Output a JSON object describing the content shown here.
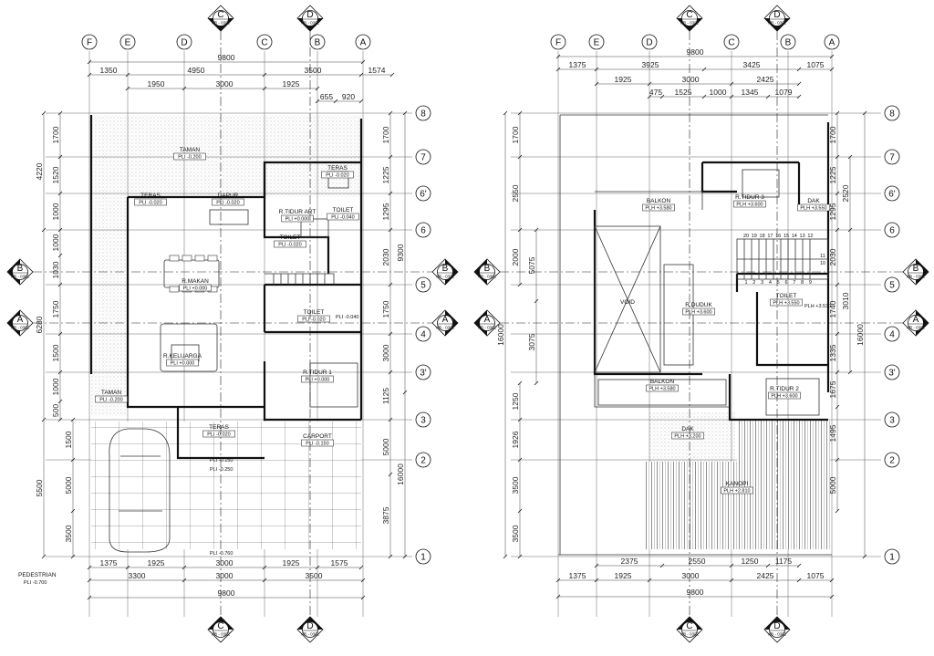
{
  "ground": {
    "grid_cols": [
      "F",
      "E",
      "D",
      "C",
      "B",
      "A"
    ],
    "grid_rows": [
      "8",
      "7",
      "6'",
      "6",
      "5",
      "4",
      "3'",
      "3",
      "2",
      "1"
    ],
    "dims_top_total": "9800",
    "dims_top_1": [
      "1350",
      "4950",
      "3500",
      "1574"
    ],
    "dims_top_2": [
      "1950",
      "3000",
      "1925"
    ],
    "dims_top_3": [
      "655",
      "920"
    ],
    "dims_bottom_1": [
      "1375",
      "1925",
      "3000",
      "1925",
      "1575"
    ],
    "dims_bottom_2": [
      "3300",
      "3000",
      "3500"
    ],
    "dims_bottom_total": "9800",
    "dims_left_outer": [
      "4220",
      "6280",
      "5500"
    ],
    "dims_left_inner": [
      "1700",
      "1520",
      "1000",
      "1000",
      "1030",
      "1750",
      "1500",
      "1000",
      "500",
      "1500",
      "5000",
      "3500"
    ],
    "dims_right_inner": [
      "1700",
      "1225",
      "1295",
      "2030",
      "1750",
      "3000",
      "1125",
      "5000",
      "3875"
    ],
    "dims_right_outer": [
      "9300",
      "16000"
    ],
    "rooms": [
      {
        "name": "TAMAN",
        "level": "PLI -0.200"
      },
      {
        "name": "TERAS",
        "level": "PLI -0.020"
      },
      {
        "name": "DAPUR",
        "level": "PLI -0.020"
      },
      {
        "name": "TERAS",
        "level": "PLI -0.020"
      },
      {
        "name": "R.TIDUR ART",
        "level": "PLI +0.000"
      },
      {
        "name": "TOILET",
        "level": "PLI -0.040"
      },
      {
        "name": "TOILET",
        "level": "PLI -0.020"
      },
      {
        "name": "R.MAKAN",
        "level": "PLI +0.000"
      },
      {
        "name": "TOILET",
        "level": "PLI -0.020"
      },
      {
        "name": "R.KELUARGA",
        "level": "PLI +0.000"
      },
      {
        "name": "R.TIDUR 1",
        "level": "PLI +0.000"
      },
      {
        "name": "TAMAN",
        "level": "PLI -0.200"
      },
      {
        "name": "TERAS",
        "level": "PLI -0.020"
      },
      {
        "name": "CARPORT",
        "level": "PLI -0.150"
      }
    ],
    "levels_extra": [
      "PLI -0.150",
      "PLI -0.250",
      "PLI -0.760",
      "PLI -0.040"
    ],
    "pedestrian_label": "PEDESTRIAN",
    "pedestrian_level": "PLI -0.700"
  },
  "upper": {
    "grid_cols": [
      "F",
      "E",
      "D",
      "C",
      "B",
      "A"
    ],
    "grid_rows": [
      "8",
      "7",
      "6'",
      "6",
      "5",
      "4",
      "3'",
      "3",
      "2",
      "1"
    ],
    "dims_top_total": "9800",
    "dims_top_1": [
      "1375",
      "3925",
      "3425",
      "1075"
    ],
    "dims_top_2": [
      "1925",
      "3000",
      "2425"
    ],
    "dims_top_3": [
      "475",
      "1525",
      "1000",
      "1345",
      "1079"
    ],
    "dims_bottom_1": [
      "2375",
      "2550",
      "1250",
      "1175"
    ],
    "dims_bottom_2": [
      "1375",
      "1925",
      "3000",
      "2425",
      "1075"
    ],
    "dims_bottom_total": "9800",
    "dims_left_outer": [
      "16000"
    ],
    "dims_left_inner": [
      "1700",
      "2550",
      "2000",
      "5075",
      "3075",
      "1250",
      "1926",
      "3500",
      "3500"
    ],
    "dims_right_inner": [
      "1700",
      "1225",
      "1295",
      "2030",
      "1740",
      "1335",
      "1675",
      "1495",
      "5000",
      "3505"
    ],
    "dims_right_outer": [
      "2520",
      "3010",
      "16000"
    ],
    "rooms": [
      {
        "name": "BALKON",
        "level": "PLH +3.580"
      },
      {
        "name": "R.TIDUR 3",
        "level": "PLH +3.600"
      },
      {
        "name": "DAK",
        "level": "PLH +3.550"
      },
      {
        "name": "R.DUDUK",
        "level": "PLH +3.600"
      },
      {
        "name": "TOILET",
        "level": "PLH +3.550"
      },
      {
        "name": "BALKON",
        "level": "PLH +3.580"
      },
      {
        "name": "R.TIDUR 2",
        "level": "PLH +3.600"
      },
      {
        "name": "DAK",
        "level": "PLH +3.200"
      },
      {
        "name": "KANOPI",
        "level": "PLH +2.810"
      }
    ],
    "void_label": "VOID",
    "stair_numbers_top": [
      "20",
      "19",
      "18",
      "17",
      "16",
      "15",
      "14",
      "13",
      "12"
    ],
    "stair_numbers_bottom": [
      "1",
      "2",
      "3",
      "4",
      "5",
      "6",
      "7",
      "8",
      "9",
      "10",
      "11"
    ],
    "level_extra": "PLH +3.530"
  },
  "section_marks": {
    "top": [
      "C",
      "D"
    ],
    "side": [
      "B",
      "A"
    ],
    "ref": "AR - 0302"
  }
}
